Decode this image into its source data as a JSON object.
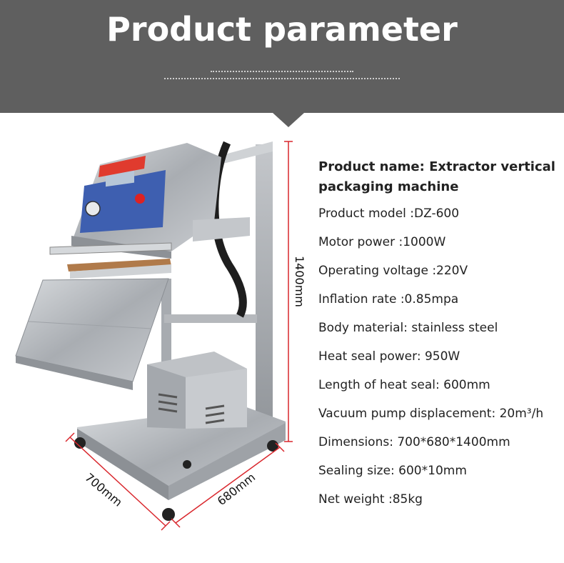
{
  "header": {
    "title": "Product parameter"
  },
  "dimensions": {
    "height": "1400mm",
    "width": "700mm",
    "depth": "680mm"
  },
  "params": {
    "name": "Product name: Extractor vertical packaging machine",
    "model": "Product model :DZ-600",
    "motor": "Motor power :1000W",
    "voltage": "Operating voltage :220V",
    "inflation": "Inflation rate :0.85mpa",
    "material": "Body material: stainless steel",
    "seal_power": "Heat seal power: 950W",
    "seal_length": "Length of heat seal: 600mm",
    "pump": "Vacuum pump displacement: 20m³/h",
    "dims": "Dimensions: 700*680*1400mm",
    "seal_size": "Sealing size: 600*10mm",
    "weight": "Net weight :85kg"
  },
  "colors": {
    "header_bg": "#5f5f5f",
    "dimension_line": "#d9262c",
    "machine_steel": "#b9bcc0",
    "panel_blue": "#3e5fb0"
  }
}
